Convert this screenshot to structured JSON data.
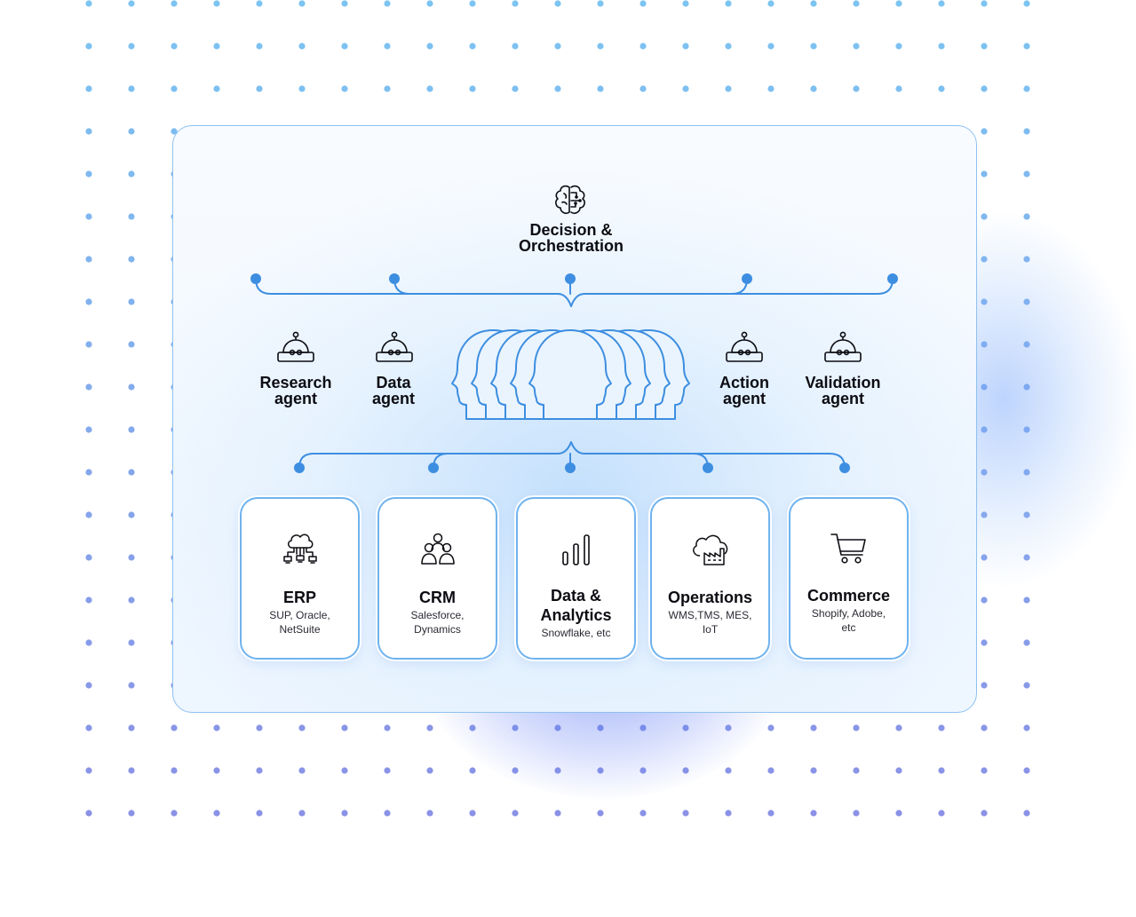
{
  "colors": {
    "accent": "#3d8ee0",
    "dot_top": "#7cc4f2",
    "dot_bottom": "#8a91e6",
    "card_border": "#6fb3ee",
    "text": "#0c0c12"
  },
  "orchestration": {
    "icon": "brain-icon",
    "label": "Decision &\nOrchestration"
  },
  "agents": [
    {
      "icon": "robot-icon",
      "label": "Research\nagent"
    },
    {
      "icon": "robot-icon",
      "label": "Data\nagent"
    },
    {
      "icon": "robot-icon",
      "label": "Action\nagent"
    },
    {
      "icon": "robot-icon",
      "label": "Validation\nagent"
    }
  ],
  "human_group": {
    "icon": "human-heads-icon"
  },
  "systems": [
    {
      "icon": "cloud-network-icon",
      "title": "ERP",
      "subtitle": "SUP, Oracle,\nNetSuite"
    },
    {
      "icon": "users-icon",
      "title": "CRM",
      "subtitle": "Salesforce,\nDynamics"
    },
    {
      "icon": "bar-chart-icon",
      "title": "Data &\nAnalytics",
      "subtitle": "Snowflake, etc"
    },
    {
      "icon": "cloud-factory-icon",
      "title": "Operations",
      "subtitle": "WMS,TMS, MES,\nIoT"
    },
    {
      "icon": "shopping-cart-icon",
      "title": "Commerce",
      "subtitle": "Shopify, Adobe,\netc"
    }
  ]
}
